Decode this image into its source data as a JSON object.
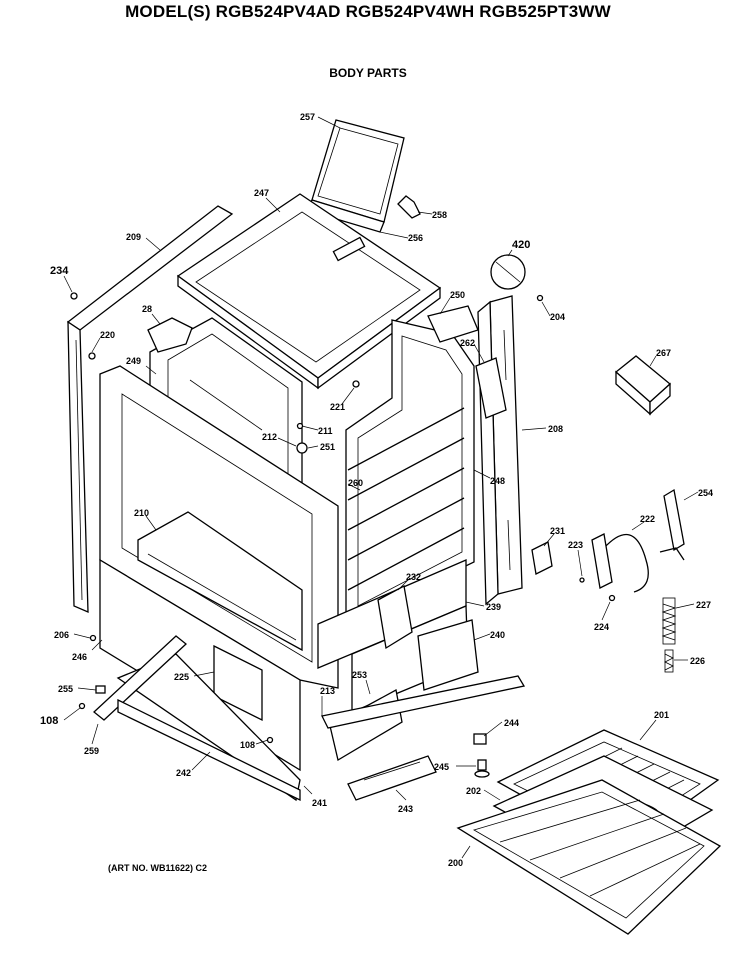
{
  "title": "MODEL(S) RGB524PV4AD  RGB524PV4WH  RGB525PT3WW",
  "section": "BODY PARTS",
  "art_no": "(ART NO. WB11622) C2",
  "part_labels": [
    {
      "n": "257"
    },
    {
      "n": "247"
    },
    {
      "n": "258"
    },
    {
      "n": "256"
    },
    {
      "n": "209"
    },
    {
      "n": "234"
    },
    {
      "n": "28"
    },
    {
      "n": "220"
    },
    {
      "n": "249"
    },
    {
      "n": "420"
    },
    {
      "n": "250"
    },
    {
      "n": "204"
    },
    {
      "n": "262"
    },
    {
      "n": "267"
    },
    {
      "n": "221"
    },
    {
      "n": "211"
    },
    {
      "n": "212"
    },
    {
      "n": "251"
    },
    {
      "n": "208"
    },
    {
      "n": "248"
    },
    {
      "n": "260"
    },
    {
      "n": "210"
    },
    {
      "n": "254"
    },
    {
      "n": "231"
    },
    {
      "n": "222"
    },
    {
      "n": "223"
    },
    {
      "n": "232"
    },
    {
      "n": "239"
    },
    {
      "n": "224"
    },
    {
      "n": "227"
    },
    {
      "n": "206"
    },
    {
      "n": "240"
    },
    {
      "n": "246"
    },
    {
      "n": "226"
    },
    {
      "n": "225"
    },
    {
      "n": "253"
    },
    {
      "n": "255"
    },
    {
      "n": "213"
    },
    {
      "n": "201"
    },
    {
      "n": "108"
    },
    {
      "n": "244"
    },
    {
      "n": "259"
    },
    {
      "n": "108"
    },
    {
      "n": "245"
    },
    {
      "n": "242"
    },
    {
      "n": "241"
    },
    {
      "n": "243"
    },
    {
      "n": "202"
    },
    {
      "n": "200"
    }
  ]
}
